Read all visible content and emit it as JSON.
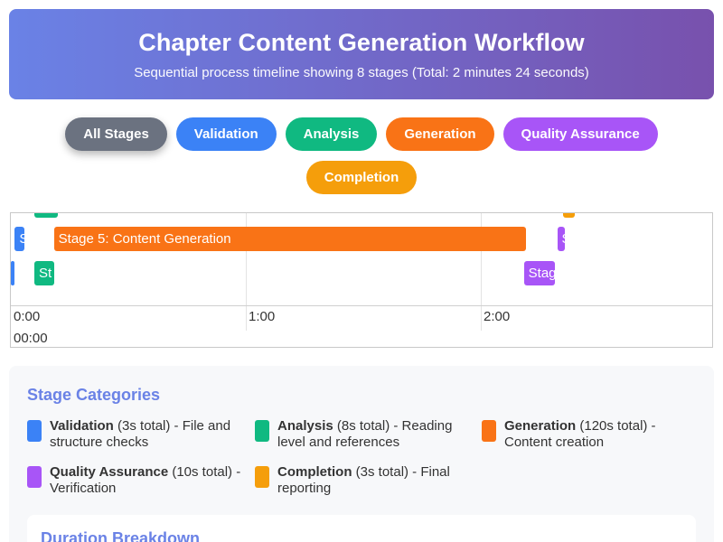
{
  "header": {
    "title": "Chapter Content Generation Workflow",
    "subtitle": "Sequential process timeline showing 8 stages (Total: 2 minutes 24 seconds)"
  },
  "filters": [
    {
      "label": "All Stages",
      "color": "#6b7280",
      "active": true
    },
    {
      "label": "Validation",
      "color": "#3b82f6",
      "active": false
    },
    {
      "label": "Analysis",
      "color": "#10b981",
      "active": false
    },
    {
      "label": "Generation",
      "color": "#f97316",
      "active": false
    },
    {
      "label": "Quality Assurance",
      "color": "#a855f7",
      "active": false
    },
    {
      "label": "Completion",
      "color": "#f59e0b",
      "active": false
    }
  ],
  "timeline": {
    "ticks": [
      "0:00",
      "1:00",
      "2:00"
    ],
    "tick_sub": "00:00",
    "bars": [
      {
        "label": "",
        "color": "#10b981",
        "start": 6,
        "end": 12
      },
      {
        "label": "",
        "color": "#f59e0b",
        "start": 141,
        "end": 144
      },
      {
        "label": "S",
        "color": "#3b82f6",
        "start": 1,
        "end": 3.5
      },
      {
        "label": "Stage 5: Content Generation",
        "color": "#f97316",
        "start": 11,
        "end": 131.5
      },
      {
        "label": "S",
        "color": "#a855f7",
        "start": 139.5,
        "end": 141.5
      },
      {
        "label": "",
        "color": "#3b82f6",
        "start": 0,
        "end": 1
      },
      {
        "label": "St",
        "color": "#10b981",
        "start": 6,
        "end": 11
      },
      {
        "label": "Stag",
        "color": "#a855f7",
        "start": 131,
        "end": 139
      }
    ]
  },
  "legend": {
    "title": "Stage Categories",
    "items": [
      {
        "name": "Validation",
        "detail": " (3s total) - File and structure checks",
        "color": "#3b82f6"
      },
      {
        "name": "Analysis",
        "detail": " (8s total) - Reading level and references",
        "color": "#10b981"
      },
      {
        "name": "Generation",
        "detail": " (120s total) - Content creation",
        "color": "#f97316"
      },
      {
        "name": "Quality Assurance",
        "detail": " (10s total) - Verification",
        "color": "#a855f7"
      },
      {
        "name": "Completion",
        "detail": " (3s total) - Final reporting",
        "color": "#f59e0b"
      }
    ]
  },
  "breakdown": {
    "title": "Duration Breakdown"
  }
}
